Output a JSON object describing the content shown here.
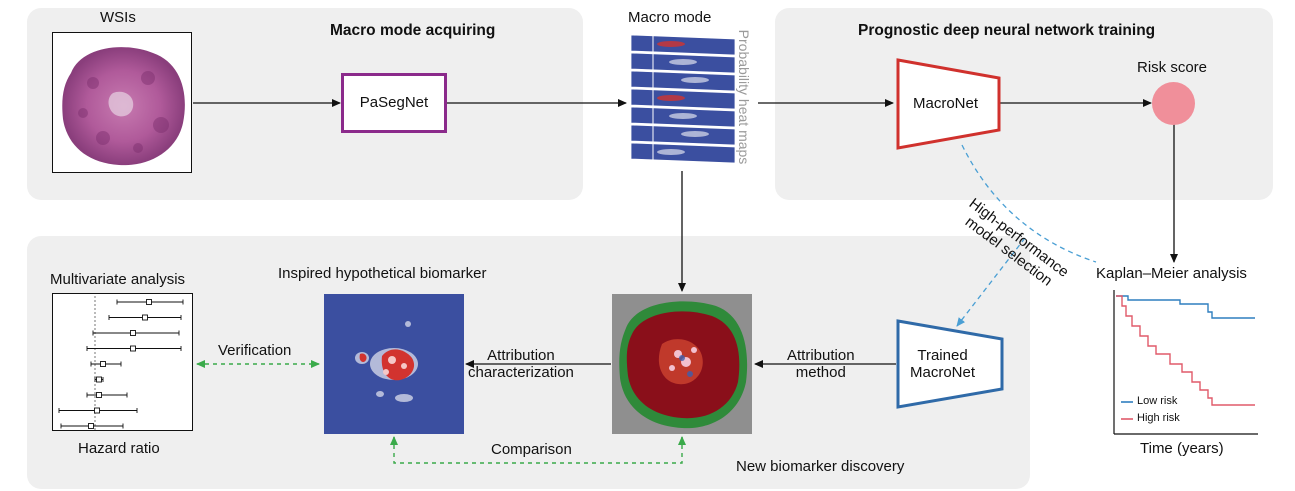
{
  "top_left_panel": {
    "title": "Macro mode acquiring",
    "wsi_label": "WSIs",
    "pasegnet_label": "PaSegNet"
  },
  "middle": {
    "macro_mode_label": "Macro mode",
    "heatmap_label": "Probability heat maps"
  },
  "top_right_panel": {
    "title": "Prognostic deep neural network training",
    "macronet_label": "MacroNet",
    "risk_score_label": "Risk score",
    "selection_label_line1": "High-performance",
    "selection_label_line2": "model selection"
  },
  "km_plot": {
    "title": "Kaplan–Meier analysis",
    "xlabel": "Time (years)",
    "legend_low": "Low risk",
    "legend_high": "High risk"
  },
  "bottom_panel": {
    "multivariate_title": "Multivariate analysis",
    "hazard_ratio_label": "Hazard ratio",
    "verification_label": "Verification",
    "biomarker_title": "Inspired hypothetical biomarker",
    "attribution_char_line1": "Attribution",
    "attribution_char_line2": "characterization",
    "attribution_method_line1": "Attribution",
    "attribution_method_line2": "method",
    "trained_line1": "Trained",
    "trained_line2": "MacroNet",
    "comparison_label": "Comparison",
    "discovery_label": "New biomarker discovery"
  },
  "colors": {
    "panel_bg": "#efefef",
    "pasegnet_border": "#8b2a8b",
    "macronet_border": "#d0312d",
    "trained_border": "#2f6aa8",
    "risk_circle": "#f08f9a",
    "dashed_blue": "#4a9fd4",
    "dashed_green": "#3aaa4a",
    "low_risk": "#2f7fbf",
    "high_risk": "#e05a6a",
    "heatmap_blue": "#3b4fa0"
  }
}
